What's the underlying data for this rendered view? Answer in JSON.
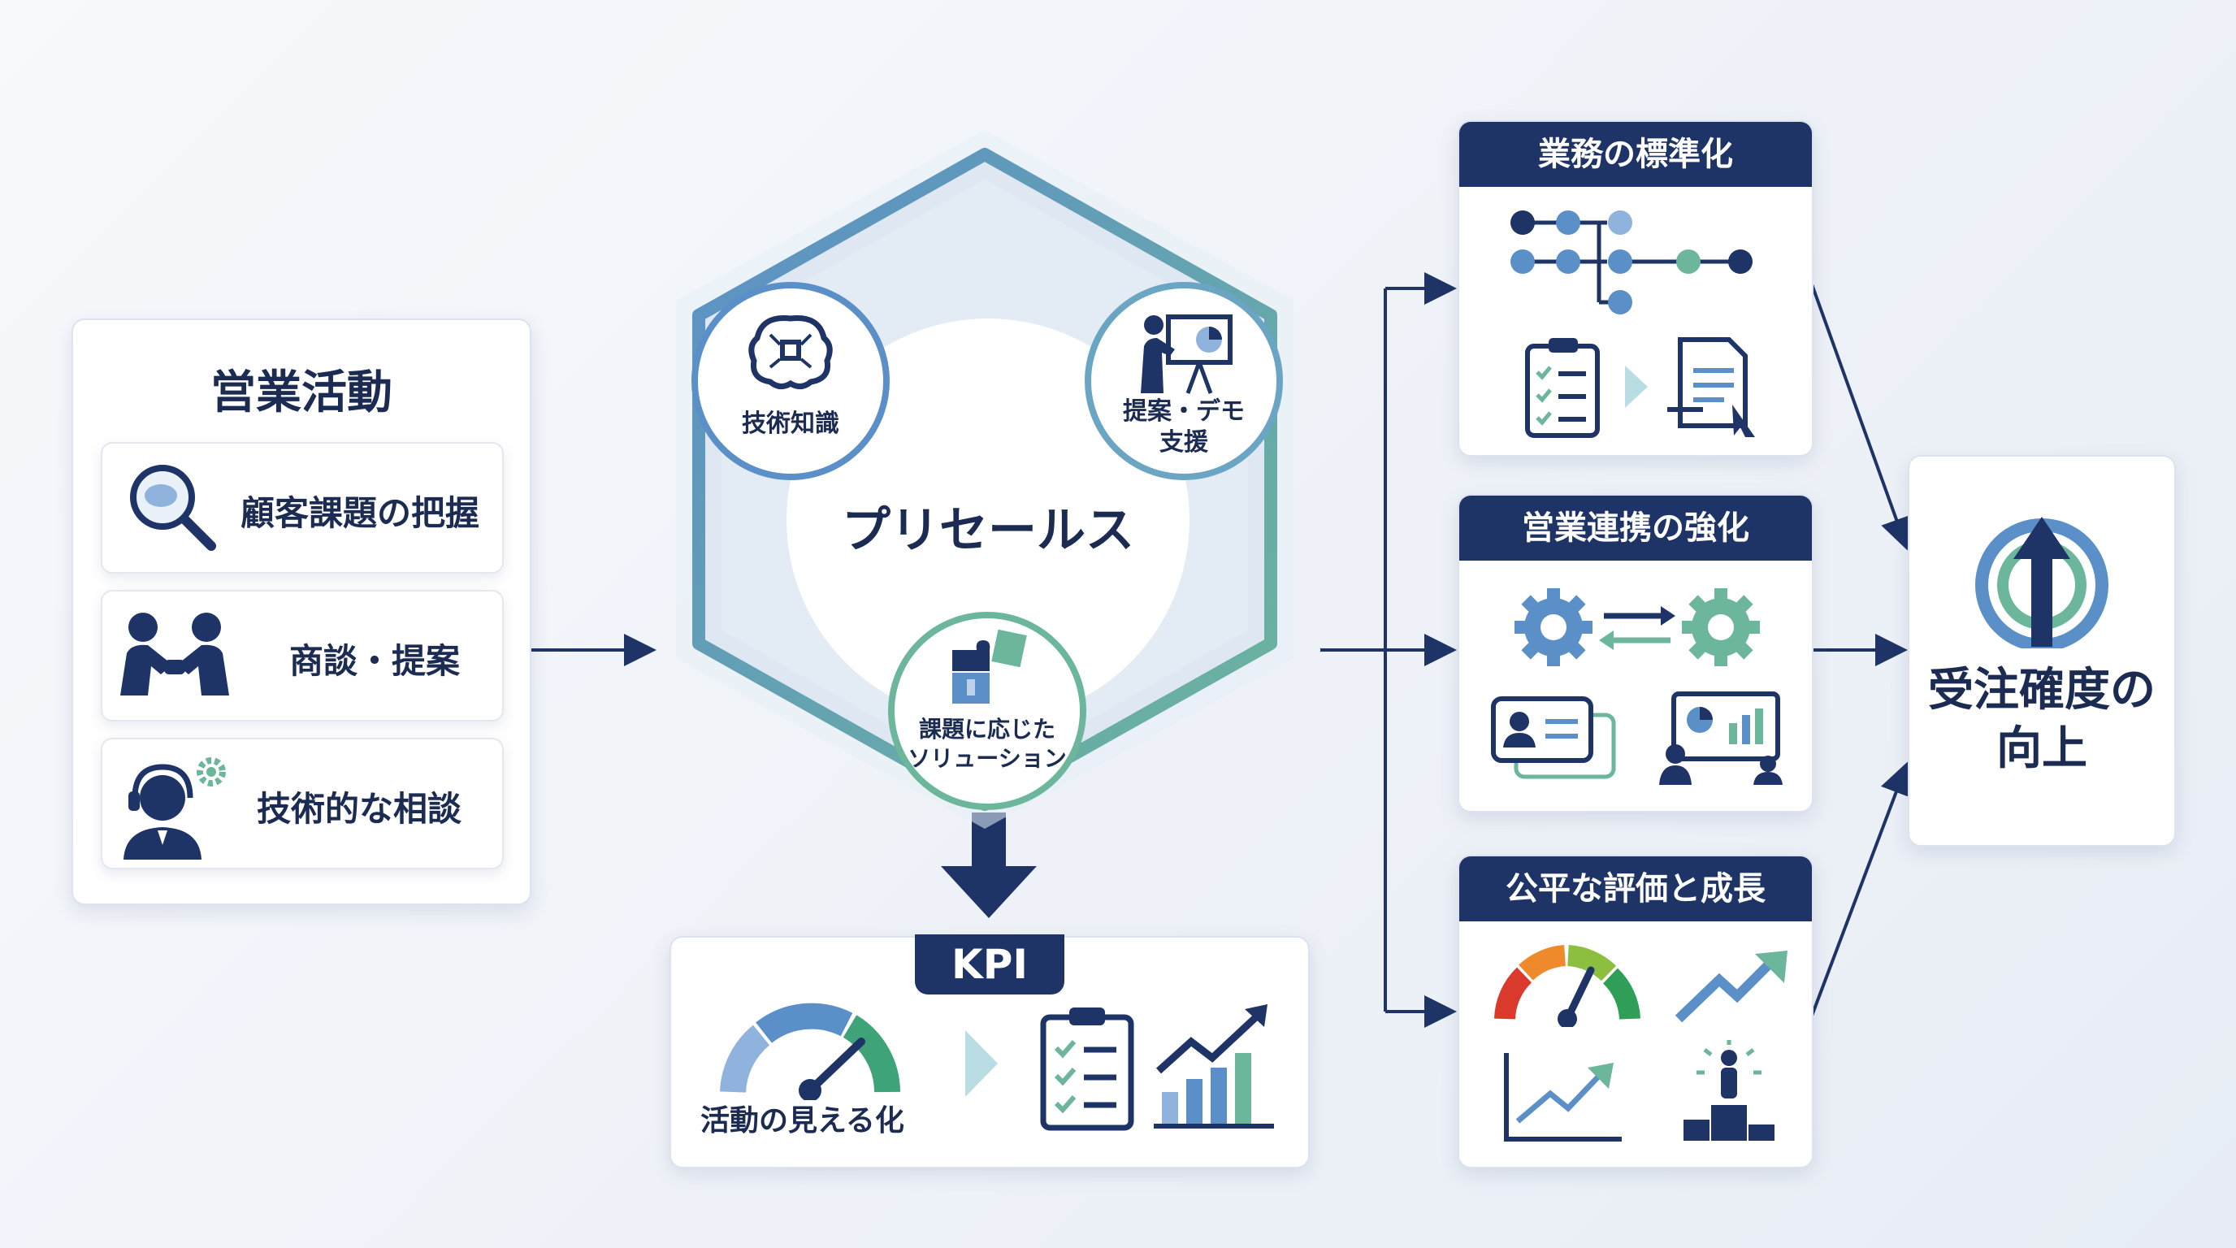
{
  "sales": {
    "title": "営業活動",
    "items": [
      {
        "label": "顧客課題の把握",
        "icon": "magnifier-icon"
      },
      {
        "label": "商談・提案",
        "icon": "handshake-icon"
      },
      {
        "label": "技術的な相談",
        "icon": "headset-support-icon"
      }
    ]
  },
  "presales": {
    "title": "プリセールス",
    "nodes": [
      {
        "label": "技術知識",
        "icon": "brain-circuit-icon"
      },
      {
        "label": "提案・デモ\n支援",
        "icon": "presentation-icon"
      },
      {
        "label": "課題に応じた\nソリューション",
        "icon": "puzzle-icon"
      }
    ]
  },
  "kpi": {
    "badge": "KPI",
    "caption": "活動の見える化"
  },
  "outcomes": [
    {
      "title": "業務の標準化"
    },
    {
      "title": "営業連携の強化"
    },
    {
      "title": "公平な評価と成長"
    }
  ],
  "result": {
    "title": "受注確度の\n向上"
  },
  "colors": {
    "navy": "#1e3466",
    "blue": "#5b8fc7",
    "green": "#6cb69c"
  }
}
